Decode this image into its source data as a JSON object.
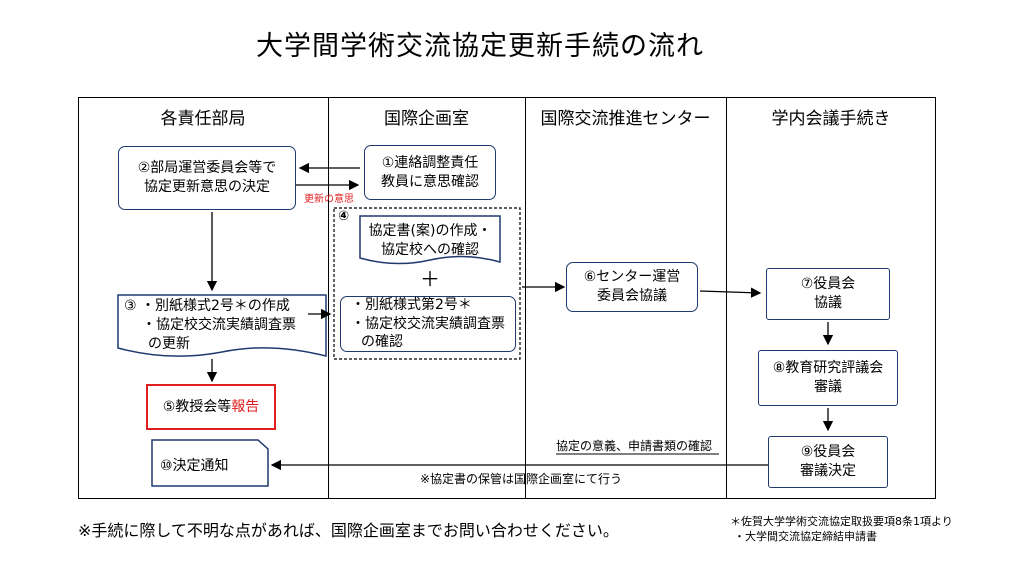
{
  "title": "大学間学術交流協定更新手続の流れ",
  "columns": [
    "各責任部局",
    "国際企画室",
    "国際交流推進センター",
    "学内会議手続き"
  ],
  "boxes": {
    "b1": [
      "①連絡調整責任",
      "教員に意思確認"
    ],
    "b2": [
      "②部局運営委員会等で",
      "協定更新意思の決定"
    ],
    "b3": [
      "③ ・別紙様式2号＊の作成",
      "・協定校交流実績調査票",
      "の更新"
    ],
    "b4_num": "④",
    "b4a": [
      "協定書(案)の作成・",
      "協定校への確認"
    ],
    "plus": "＋",
    "b4b": [
      "・別紙様式第2号＊",
      "・協定校交流実績調査票",
      "の確認"
    ],
    "b5_prefix": "⑤教授会等",
    "b5_highlight": "報告",
    "b6": [
      "⑥センター運営",
      "委員会協議"
    ],
    "b7": [
      "⑦役員会",
      "協議"
    ],
    "b8": [
      "⑧教育研究評議会",
      "審議"
    ],
    "b9": [
      "⑨役員会",
      "審議決定"
    ],
    "b10": "⑩決定通知"
  },
  "labels": {
    "renewal_intent": "更新の意思",
    "confirm_note": "協定の意義、申請書類の確認",
    "storage_note": "※協定書の保管は国際企画室にて行う"
  },
  "footer": {
    "main": "※手続に際して不明な点があれば、国際企画室までお問い合わせください。",
    "note1": "＊佐賀大学学術交流協定取扱要項8条1項より",
    "note2": "・大学間交流協定締結申請書"
  },
  "colors": {
    "border_blue": "#1f3a6e",
    "accent_red": "#e02020"
  }
}
